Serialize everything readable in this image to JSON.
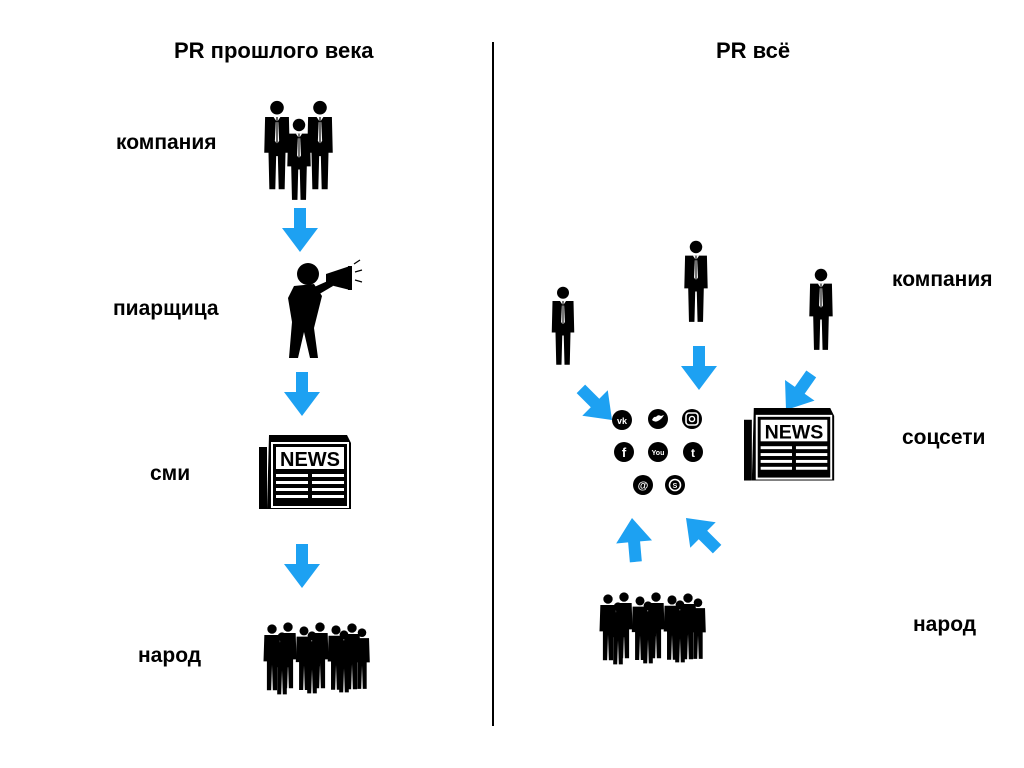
{
  "left_panel": {
    "title": "PR прошлого века",
    "labels": [
      "компания",
      "пиарщица",
      "сми",
      "народ"
    ]
  },
  "right_panel": {
    "title": "PR всё",
    "labels": [
      "компания",
      "соцсети",
      "народ"
    ]
  },
  "icons": {
    "company_group": "businesspeople-group-icon",
    "pr_person": "megaphone-person-icon",
    "media": "newspaper-icon",
    "crowd": "crowd-icon",
    "single_person": "businessman-icon",
    "social": [
      "vk-icon",
      "twitter-icon",
      "instagram-icon",
      "facebook-icon",
      "youtube-icon",
      "tumblr-icon",
      "email-icon",
      "skype-icon"
    ]
  },
  "newspaper_text": "NEWS",
  "youtube_text": "You",
  "tumblr_text": "t",
  "facebook_text": "f",
  "email_text": "@",
  "colors": {
    "arrow": "#1da1f2",
    "ink": "#000000"
  }
}
